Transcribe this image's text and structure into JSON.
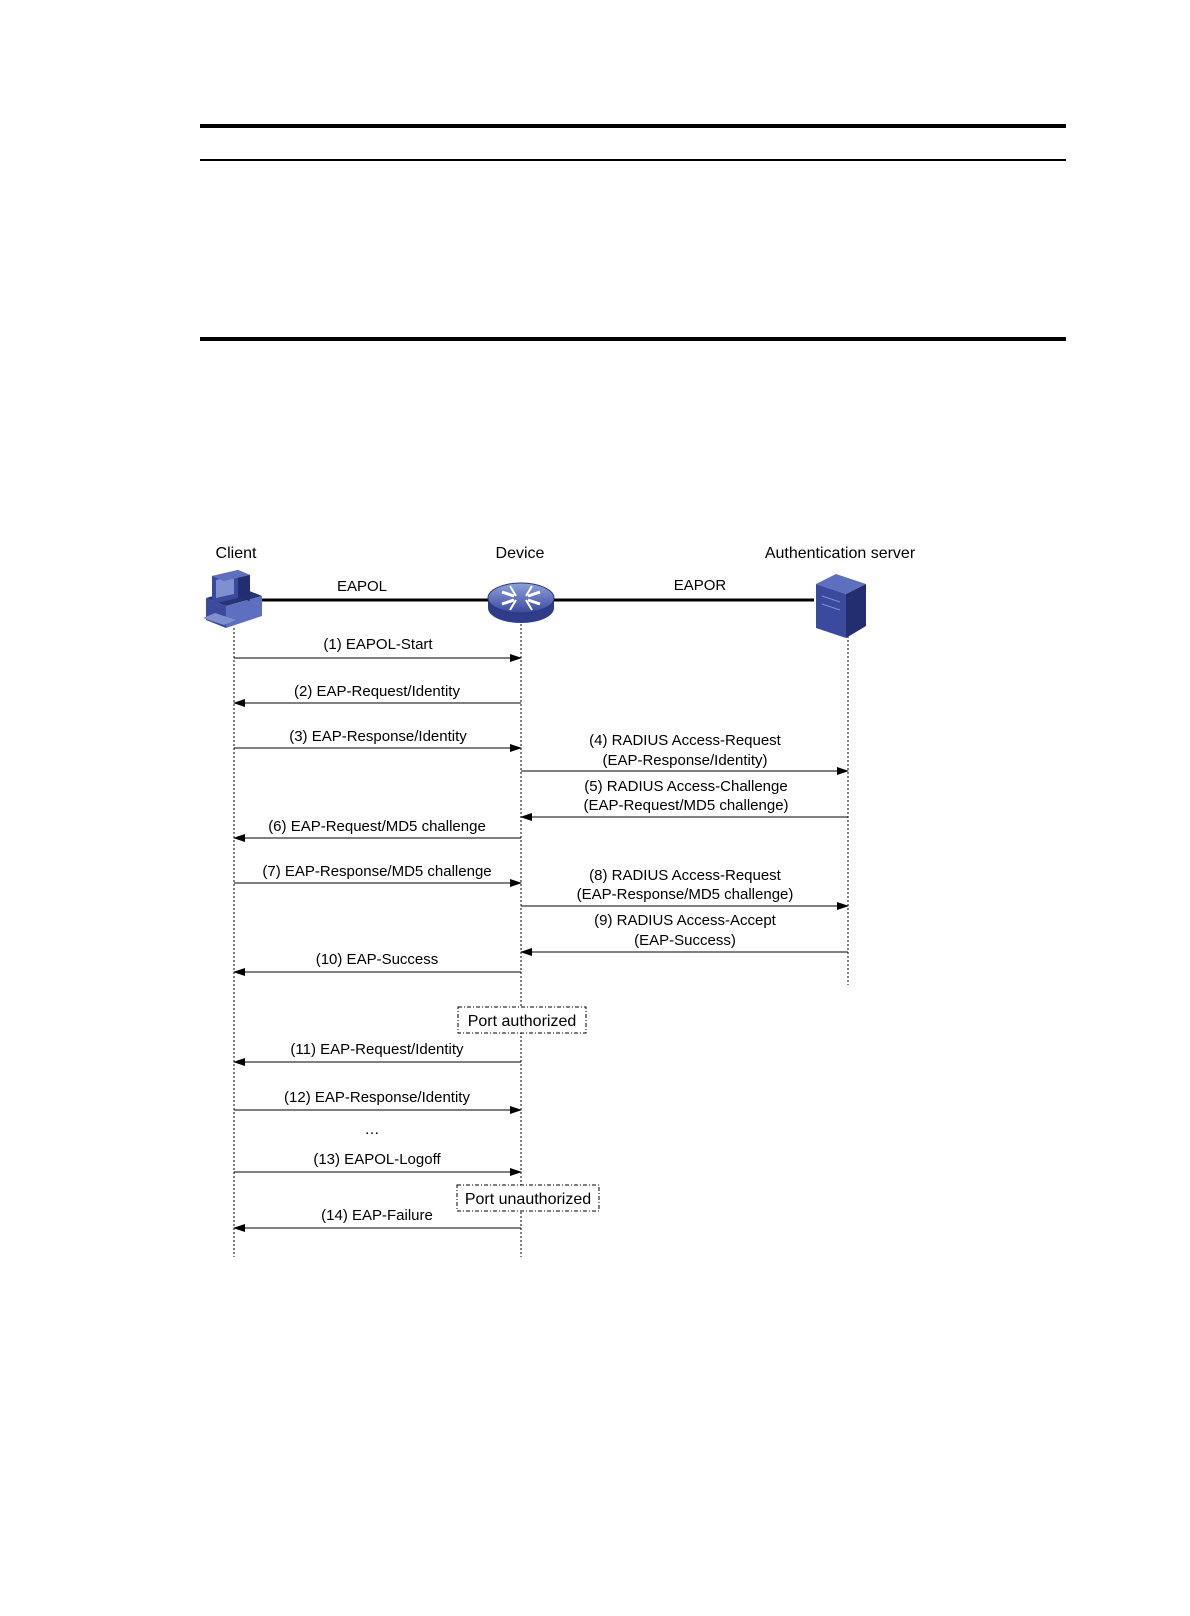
{
  "diagram": {
    "entities": {
      "client": "Client",
      "device": "Device",
      "server": "Authentication server"
    },
    "links": {
      "client_device": "EAPOL",
      "device_server": "EAPOR"
    },
    "messages": [
      {
        "id": "m1",
        "lines": [
          "(1) EAPOL-Start"
        ],
        "from": "client",
        "to": "device"
      },
      {
        "id": "m2",
        "lines": [
          "(2) EAP-Request/Identity"
        ],
        "from": "device",
        "to": "client"
      },
      {
        "id": "m3",
        "lines": [
          "(3) EAP-Response/Identity"
        ],
        "from": "client",
        "to": "device"
      },
      {
        "id": "m4",
        "lines": [
          "(4) RADIUS Access-Request",
          "(EAP-Response/Identity)"
        ],
        "from": "device",
        "to": "server"
      },
      {
        "id": "m5",
        "lines": [
          "(5) RADIUS Access-Challenge",
          "(EAP-Request/MD5 challenge)"
        ],
        "from": "server",
        "to": "device"
      },
      {
        "id": "m6",
        "lines": [
          "(6) EAP-Request/MD5 challenge"
        ],
        "from": "device",
        "to": "client"
      },
      {
        "id": "m7",
        "lines": [
          "(7) EAP-Response/MD5 challenge"
        ],
        "from": "client",
        "to": "device"
      },
      {
        "id": "m8",
        "lines": [
          "(8) RADIUS Access-Request",
          "(EAP-Response/MD5 challenge)"
        ],
        "from": "device",
        "to": "server"
      },
      {
        "id": "m9",
        "lines": [
          "(9) RADIUS Access-Accept",
          "(EAP-Success)"
        ],
        "from": "server",
        "to": "device"
      },
      {
        "id": "m10",
        "lines": [
          "(10) EAP-Success"
        ],
        "from": "device",
        "to": "client"
      },
      {
        "id": "m11",
        "lines": [
          "(11) EAP-Request/Identity"
        ],
        "from": "device",
        "to": "client"
      },
      {
        "id": "m12",
        "lines": [
          "(12) EAP-Response/Identity"
        ],
        "from": "client",
        "to": "device"
      },
      {
        "id": "m13",
        "lines": [
          "(13) EAPOL-Logoff"
        ],
        "from": "client",
        "to": "device"
      },
      {
        "id": "m14",
        "lines": [
          "(14) EAP-Failure"
        ],
        "from": "device",
        "to": "client"
      }
    ],
    "states": [
      {
        "id": "s1",
        "text": "Port authorized"
      },
      {
        "id": "s2",
        "text": "Port unauthorized"
      }
    ],
    "ellipsis": "…",
    "colors": {
      "line": "#000000",
      "icon_main": "#3b4a9c",
      "icon_dark": "#232e70",
      "icon_light": "#7f8fd0"
    },
    "icons": {
      "client": "computer-icon",
      "device": "switch-icon",
      "server": "server-icon"
    }
  }
}
